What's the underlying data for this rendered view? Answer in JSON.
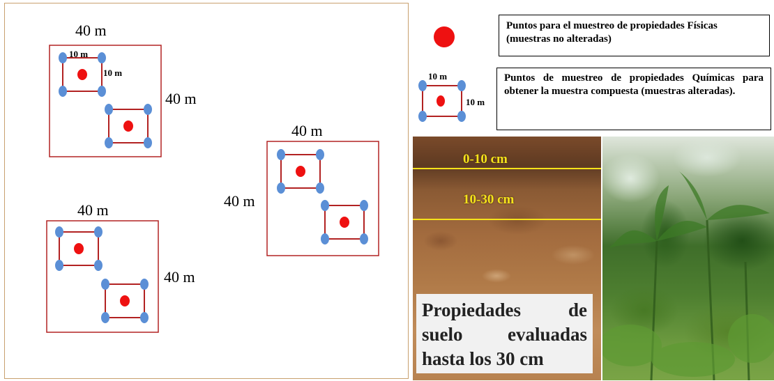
{
  "diagram": {
    "plot_side_label": "40 m",
    "subplot_side_label": "10 m",
    "plots": [
      {
        "top_label": "40 m",
        "side_label": "40 m"
      },
      {
        "top_label": "40 m",
        "side_label": "40 m"
      },
      {
        "top_label": "40 m",
        "side_label": "40 m"
      }
    ]
  },
  "legend": {
    "fisicas_text": "Puntos para el muestreo de propiedades Físicas (muestras no alteradas)",
    "quimicas_text": "Puntos de muestreo de propiedades Químicas para obtener la muestra compuesta (muestras alteradas).",
    "quad_top_label": "10 m",
    "quad_side_label": "10 m",
    "dot_color": "#ee1111",
    "corner_color": "#5b8fd6",
    "subplot_border_color": "#b22222"
  },
  "soil_photo": {
    "depth_label_1": "0-10 cm",
    "depth_label_2": "10-30 cm",
    "caption": "Propiedades de suelo evaluadas hasta los 30 cm",
    "band_color": "#f5e31a"
  },
  "forest_photo": {
    "icon": "vegetation-photo"
  }
}
